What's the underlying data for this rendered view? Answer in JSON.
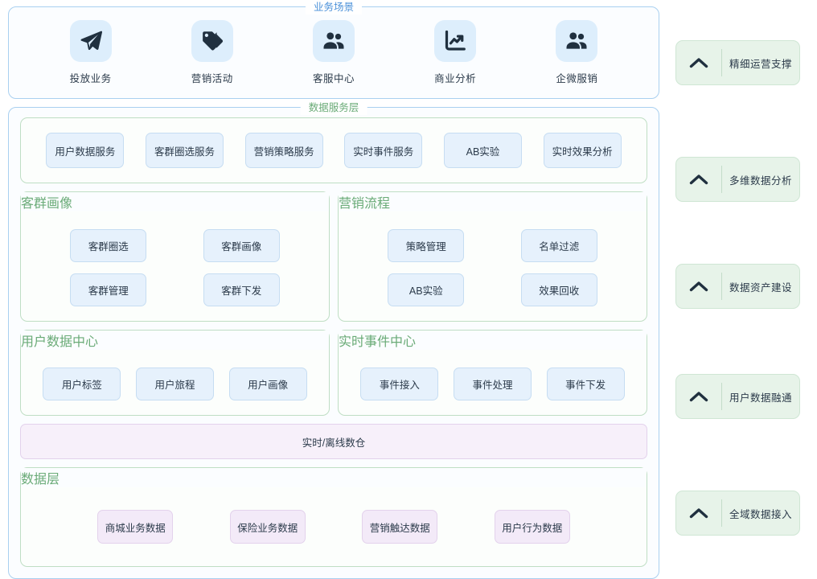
{
  "scenario": {
    "legend": "业务场景",
    "items": [
      {
        "label": "投放业务",
        "icon": "send-paper-plane-icon"
      },
      {
        "label": "营销活动",
        "icon": "price-tag-icon"
      },
      {
        "label": "客服中心",
        "icon": "people-group-icon"
      },
      {
        "label": "商业分析",
        "icon": "line-chart-trend-icon"
      },
      {
        "label": "企微服销",
        "icon": "people-group-icon"
      }
    ]
  },
  "platform": {
    "legend": "数据服务层",
    "services": [
      "用户数据服务",
      "客群圈选服务",
      "营销策略服务",
      "实时事件服务",
      "AB实验",
      "实时效果分析"
    ],
    "middle_groups": [
      {
        "legend": "客群画像",
        "items": [
          "客群圈选",
          "客群画像",
          "客群管理",
          "客群下发"
        ]
      },
      {
        "legend": "营销流程",
        "items": [
          "策略管理",
          "名单过滤",
          "AB实验",
          "效果回收"
        ]
      }
    ],
    "center_groups": [
      {
        "legend": "用户数据中心",
        "items": [
          "用户标签",
          "用户旅程",
          "用户画像"
        ]
      },
      {
        "legend": "实时事件中心",
        "items": [
          "事件接入",
          "事件处理",
          "事件下发"
        ]
      }
    ],
    "integration_bar": "实时/离线数仓",
    "data_layer": {
      "legend": "数据层",
      "items": [
        "商城业务数据",
        "保险业务数据",
        "营销触达数据",
        "用户行为数据"
      ]
    }
  },
  "capabilities": [
    {
      "label": "精细运营支撑",
      "icon": "chevron-up-icon"
    },
    {
      "label": "多维数据分析",
      "icon": "chevron-up-icon"
    },
    {
      "label": "数据资产建设",
      "icon": "chevron-up-icon"
    },
    {
      "label": "用户数据融通",
      "icon": "chevron-up-icon"
    },
    {
      "label": "全域数据接入",
      "icon": "chevron-up-icon"
    }
  ],
  "colors": {
    "scenario_border": "#a9d0f0",
    "scenario_legend": "#4a90d9",
    "group_border": "#bfdec4",
    "group_legend": "#6aab77",
    "chip_blue_bg": "#e6f1fc",
    "chip_purple_bg": "#f3eaf8",
    "pill_bg": "#e7f3e9",
    "icon_dark": "#20303f"
  }
}
